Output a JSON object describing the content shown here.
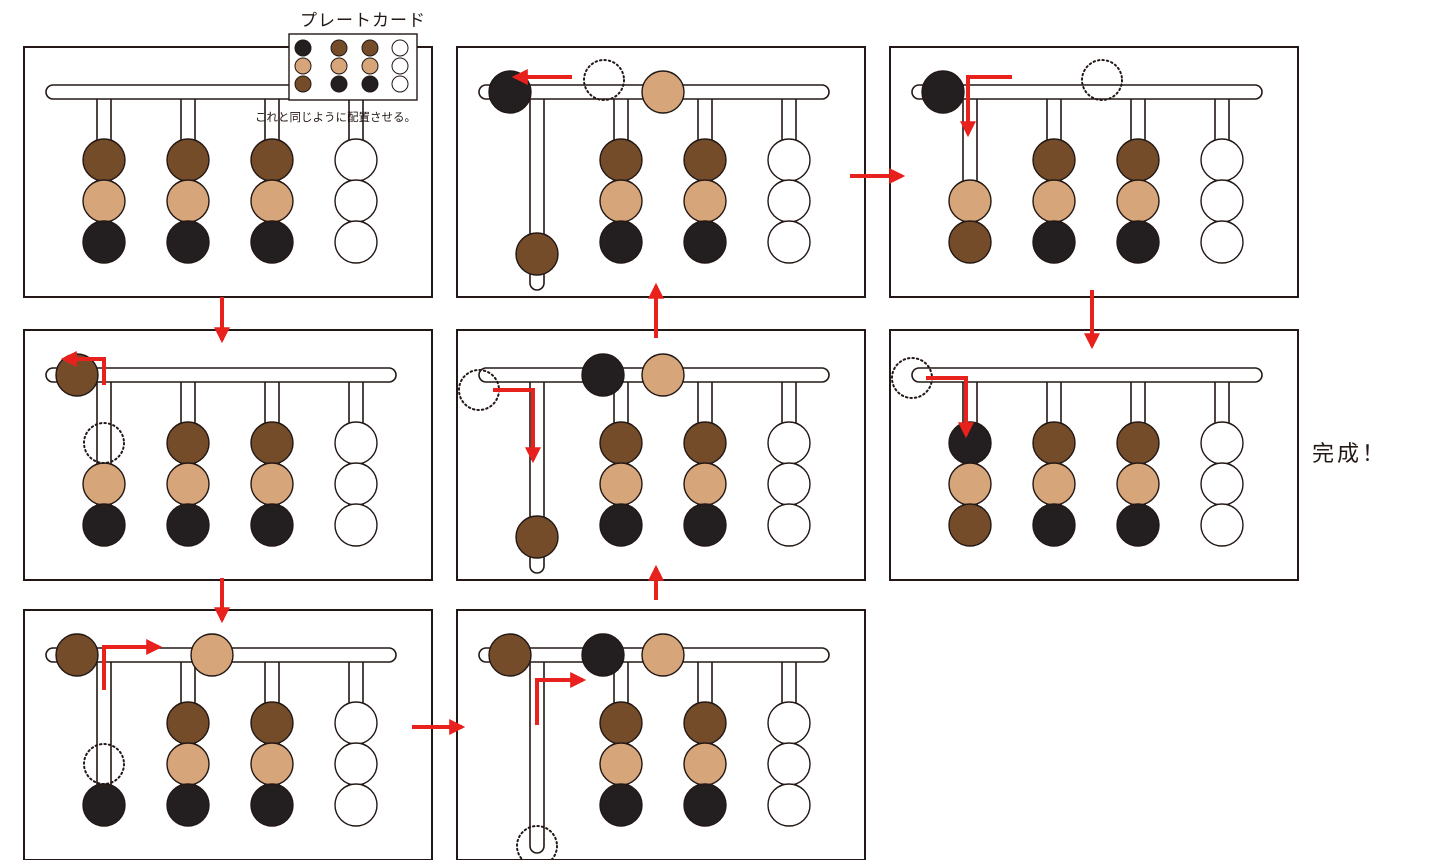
{
  "plate_card": {
    "title": "プレートカード",
    "caption": "これと同じように配置させる。",
    "rows": [
      [
        "black",
        "brown",
        "brown",
        "white"
      ],
      [
        "tan",
        "tan",
        "tan",
        "white"
      ],
      [
        "brown",
        "black",
        "black",
        "white"
      ]
    ]
  },
  "completion_label": "完成！",
  "colors": {
    "brown": "#754c29",
    "tan": "#d6a57a",
    "black": "#231f20",
    "white": "#ffffff",
    "arrow": "#e8211d",
    "line": "#231815"
  },
  "steps": [
    {
      "step": 1,
      "pegs": [
        [
          "brown",
          "tan",
          "black"
        ],
        [
          "brown",
          "tan",
          "black"
        ],
        [
          "brown",
          "tan",
          "black"
        ],
        [
          "white",
          "white",
          "white"
        ]
      ],
      "pocket": null
    },
    {
      "step": 2,
      "pegs": [
        [
          "tan",
          "black"
        ],
        [
          "brown",
          "tan",
          "black"
        ],
        [
          "brown",
          "tan",
          "black"
        ],
        [
          "white",
          "white",
          "white"
        ]
      ],
      "pocket": "brown"
    },
    {
      "step": 3,
      "pegs": [
        [
          "black"
        ],
        [
          "brown",
          "tan",
          "black"
        ],
        [
          "brown",
          "tan",
          "black"
        ],
        [
          "white",
          "white",
          "white"
        ]
      ],
      "pocket": "brown"
    },
    {
      "step": 4,
      "pegs": [
        [],
        [
          "brown",
          "tan",
          "black"
        ],
        [
          "brown",
          "tan",
          "black"
        ],
        [
          "white",
          "white",
          "white"
        ]
      ],
      "pocket": "brown"
    },
    {
      "step": 5,
      "pegs": [
        [
          "brown"
        ],
        [
          "brown",
          "tan",
          "black"
        ],
        [
          "brown",
          "tan",
          "black"
        ],
        [
          "white",
          "white",
          "white"
        ]
      ],
      "pocket": null
    },
    {
      "step": 6,
      "pegs": [
        [
          "brown"
        ],
        [
          "brown",
          "tan",
          "black"
        ],
        [
          "brown",
          "tan",
          "black"
        ],
        [
          "white",
          "white",
          "white"
        ]
      ],
      "pocket": "black"
    },
    {
      "step": 7,
      "pegs": [
        [
          "tan",
          "brown"
        ],
        [
          "brown",
          "tan",
          "black"
        ],
        [
          "brown",
          "tan",
          "black"
        ],
        [
          "white",
          "white",
          "white"
        ]
      ],
      "pocket": "black"
    },
    {
      "step": 8,
      "pegs": [
        [
          "black",
          "tan",
          "brown"
        ],
        [
          "brown",
          "tan",
          "black"
        ],
        [
          "brown",
          "tan",
          "black"
        ],
        [
          "white",
          "white",
          "white"
        ]
      ],
      "pocket": null
    }
  ]
}
